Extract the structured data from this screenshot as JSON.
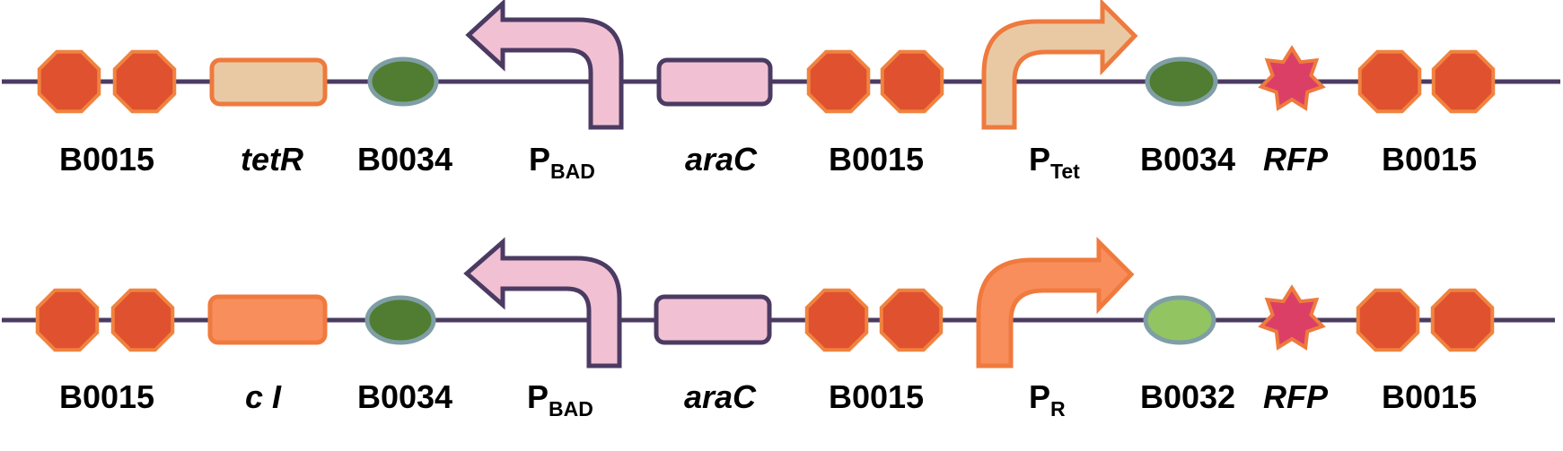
{
  "colors": {
    "backbone": "#4b3b63",
    "terminator_fill": "#e0512f",
    "terminator_stroke": "#f0833f",
    "rbs_fill": "#507d31",
    "rbs_light_fill": "#93c462",
    "rbs_stroke": "#7f9ea5",
    "tetR_fill": "#e9c9a4",
    "tetR_stroke": "#ee7a3e",
    "cI_fill": "#f98e5d",
    "cI_stroke": "#f07a3e",
    "araC_fill": "#f1c1d3",
    "araC_stroke": "#4b3b63",
    "pbad_fill": "#f1c1d3",
    "pbad_stroke": "#4b3b63",
    "ptet_fill": "#e9c9a4",
    "ptet_stroke": "#ee7a3e",
    "pr_fill": "#f98e5d",
    "pr_stroke": "#f07a3e",
    "rfp_fill": "#db3f66",
    "rfp_stroke": "#ee7a3e"
  },
  "constructs": [
    {
      "name": "construct-1",
      "labels": {
        "term1": "B0015",
        "gene1": "tetR",
        "rbs1": "B0034",
        "prom1_main": "P",
        "prom1_sub": "BAD",
        "gene2": "araC",
        "term2": "B0015",
        "prom2_main": "P",
        "prom2_sub": "Tet",
        "rbs2": "B0034",
        "reporter": "RFP",
        "term3": "B0015"
      }
    },
    {
      "name": "construct-2",
      "labels": {
        "term1": "B0015",
        "gene1": "c I",
        "rbs1": "B0034",
        "prom1_main": "P",
        "prom1_sub": "BAD",
        "gene2": "araC",
        "term2": "B0015",
        "prom2_main": "P",
        "prom2_sub": "R",
        "rbs2": "B0032",
        "reporter": "RFP",
        "term3": "B0015"
      }
    }
  ]
}
